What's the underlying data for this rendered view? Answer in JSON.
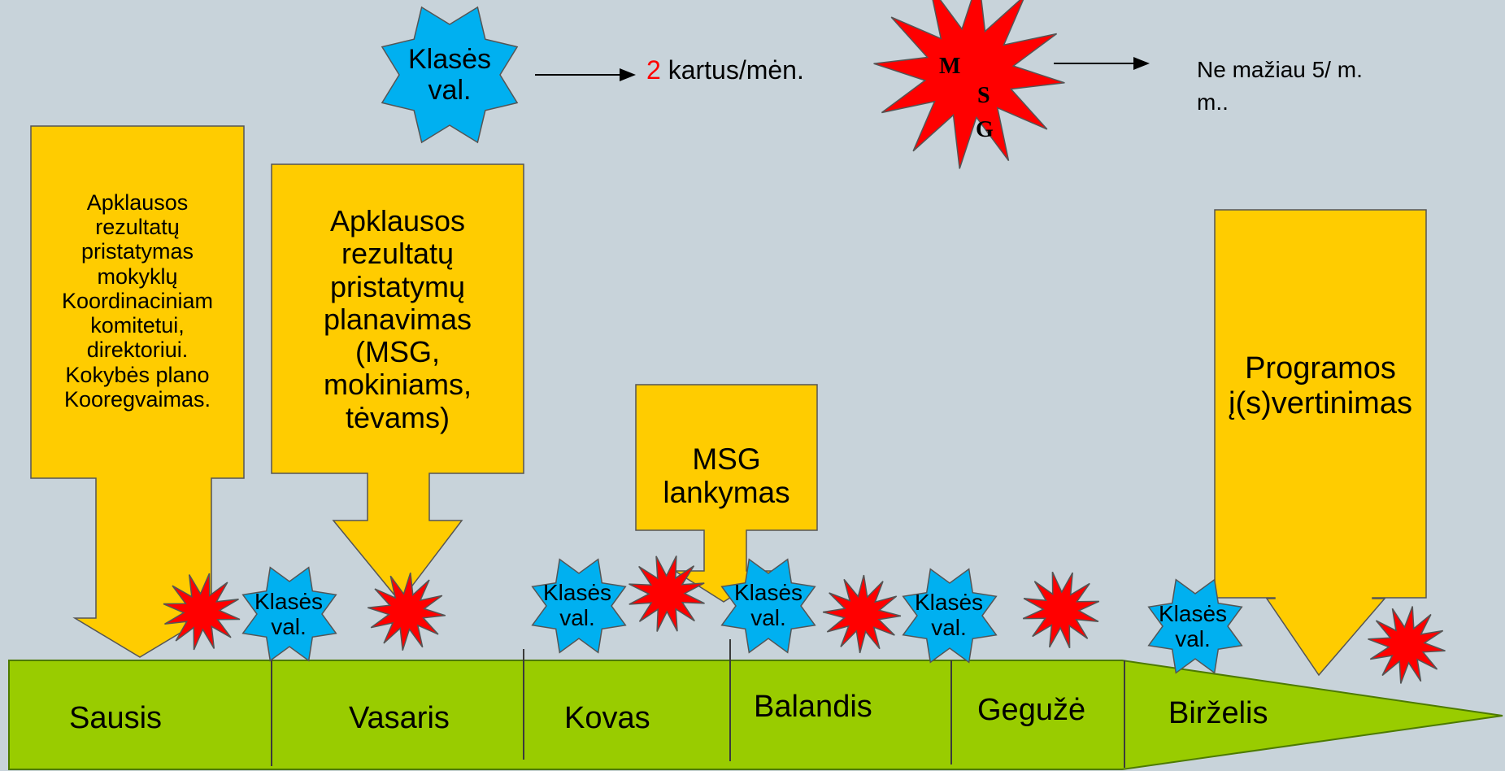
{
  "legend": {
    "class_hour_label": "Klasės\nval.",
    "class_hour_freq_num": "2",
    "class_hour_freq_text": " kartus/mėn.",
    "msg_label_m": "M",
    "msg_label_s": "S",
    "msg_label_g": "G",
    "msg_freq_line1": "Ne mažiau 5/ m.",
    "msg_freq_line2": "m.."
  },
  "callouts": [
    {
      "text": "Apklausos\nrezultatų\npristatymas\nmokyklų\nKoordinaciniam\nkomitetui,\ndirektoriui.\nKokybės plano\nKooregvaimas."
    },
    {
      "text": "Apklausos\nrezultatų\npristatymų\nplanavimas\n(MSG,\nmokiniams,\ntėvams)"
    },
    {
      "text": "MSG\nlankymas"
    },
    {
      "text": "Programos\nį(s)vertinimas"
    }
  ],
  "class_hour_badges": [
    {
      "text": "Klasės\nval."
    },
    {
      "text": "Klasės\nval."
    },
    {
      "text": "Klasės\nval."
    },
    {
      "text": "Klasės\nval."
    },
    {
      "text": "Klasės\nval."
    }
  ],
  "months": [
    "Sausis",
    "Vasaris",
    "Kovas",
    "Balandis",
    "Gegužė",
    "Birželis"
  ],
  "colors": {
    "background": "#c8d3da",
    "callout_fill": "#ffcc00",
    "badge_fill": "#00b0f0",
    "star_fill": "#ff0000",
    "timeline_fill": "#99cc00",
    "number_highlight": "#ff0000"
  }
}
